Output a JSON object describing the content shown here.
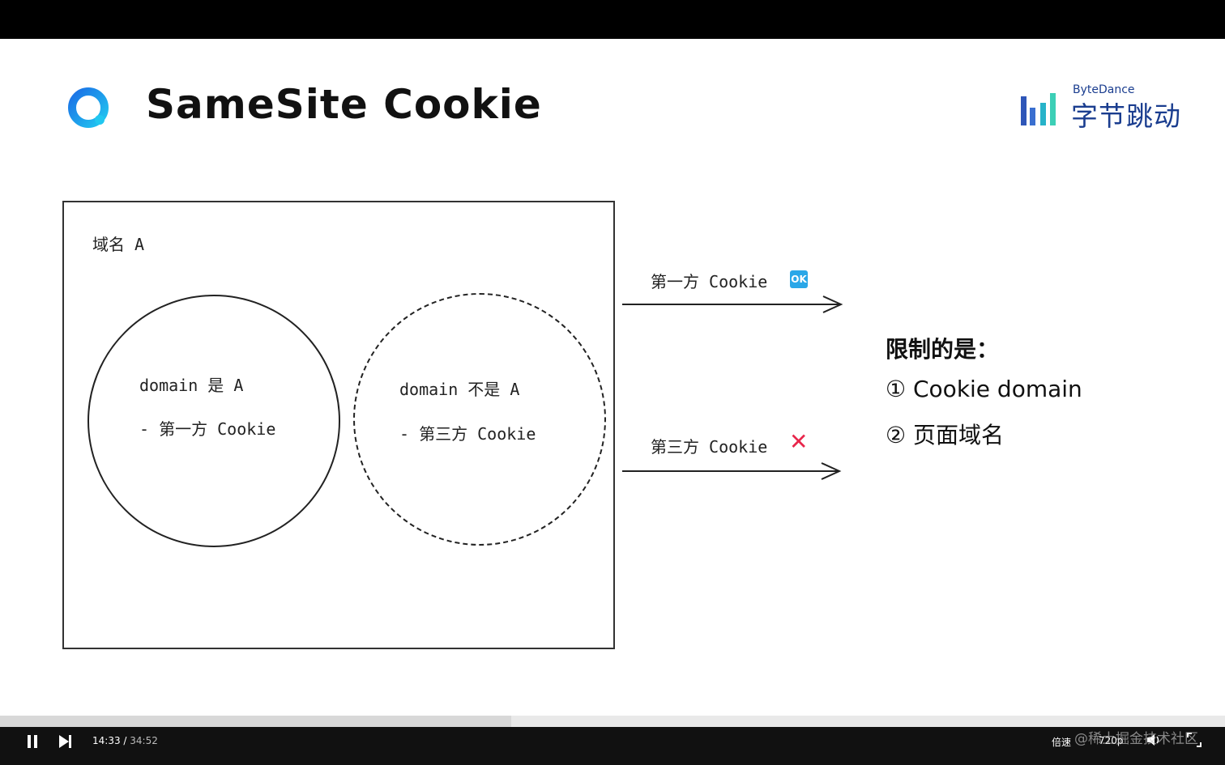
{
  "slide": {
    "title": "SameSite Cookie",
    "brand_en": "ByteDance",
    "brand_cn": "字节跳动",
    "box_label": "域名 A",
    "circle_first": {
      "line1": "domain 是 A",
      "line2": "- 第一方 Cookie"
    },
    "circle_third": {
      "line1": "domain 不是 A",
      "line2": "- 第三方 Cookie"
    },
    "arrow_first_label": "第一方 Cookie",
    "arrow_first_badge": "OK",
    "arrow_third_label": "第三方 Cookie",
    "arrow_third_mark": "✕",
    "restrict_title": "限制的是：",
    "restrict_items": [
      {
        "num": "①",
        "text": "Cookie domain"
      },
      {
        "num": "②",
        "text": "页面域名"
      }
    ]
  },
  "player": {
    "current_time": "14:33",
    "total_time": "34:52",
    "progress": 0.417,
    "speed_label": "倍速",
    "quality_label": "720p",
    "watermark": "@稀土掘金技术社区",
    "icons": [
      "pause-icon",
      "next-icon",
      "volume-icon",
      "fullscreen-icon"
    ]
  },
  "colors": {
    "brand_blue": "#1a3d8f",
    "ok_blue": "#2aa7e8",
    "cross_red": "#e8264b"
  }
}
